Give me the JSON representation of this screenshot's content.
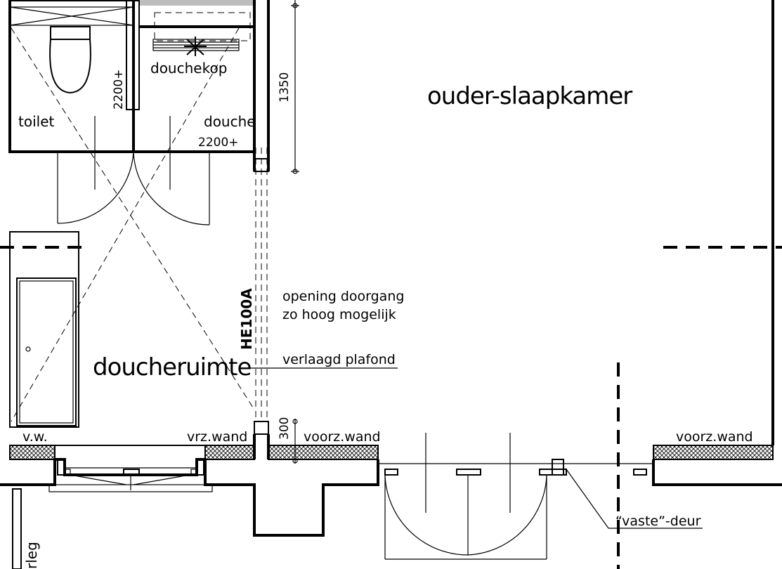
{
  "rooms": {
    "master_bedroom": "ouder-slaapkamer",
    "shower_room": "doucheruimte",
    "toilet": "toilet",
    "shower": "douche",
    "shower_head": "douchekop"
  },
  "dimensions": {
    "toilet_height": "2200+",
    "shower_height": "2200+",
    "vertical_1350": "1350",
    "vertical_300": "300"
  },
  "labels": {
    "beam": "HE100A",
    "opening_line1": "opening doorgang",
    "opening_line2": "zo hoog mogelijk",
    "lowered_ceiling": "verlaagd plafond",
    "wall_vw": "v.w.",
    "wall_vrz": "vrz.wand",
    "wall_voorz_1": "voorz.wand",
    "wall_voorz_2": "voorz.wand",
    "fixed_door": "“vaste”-deur",
    "bottom_left_fragment": "rleg"
  }
}
